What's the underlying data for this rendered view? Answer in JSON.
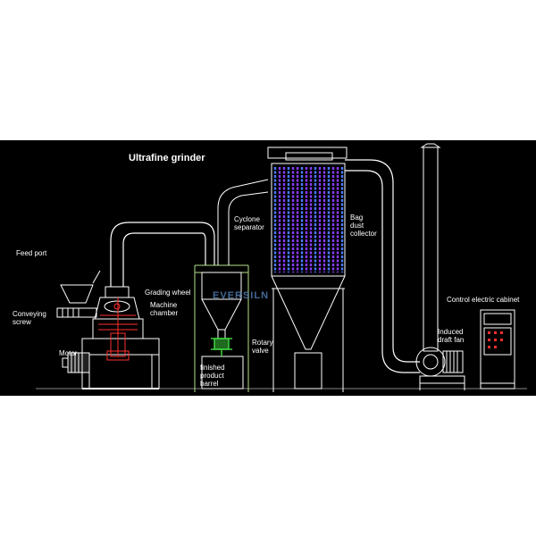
{
  "title": "Ultrafine grinder",
  "watermark": "EVERSILN",
  "labels": {
    "feed_port": "Feed port",
    "conveying_screw": "Conveying\nscrew",
    "motor": "Motor",
    "grading_wheel": "Grading wheel",
    "machine_chamber": "Machine\nchamber",
    "cyclone_separator": "Cyclone\nseparator",
    "rotary_valve": "Rotary\nvalve",
    "finished_product_barrel": "finished\nproduct\nbarrel",
    "bag_dust_collector": "Bag\ndust\ncollector",
    "control_cabinet": "Control electric cabinet",
    "induced_draft_fan": "Induced\ndraft fan"
  },
  "colors": {
    "background": "#000000",
    "line": "#ffffff",
    "bag_filter": "#8a3cff",
    "bag_filter_accent": "#4a7cff",
    "cyclone_frame": "#b6e08a",
    "rotary_valve": "#3ecf3e",
    "mill_parts": "#ff3030",
    "watermark": "#5a8cc8"
  }
}
